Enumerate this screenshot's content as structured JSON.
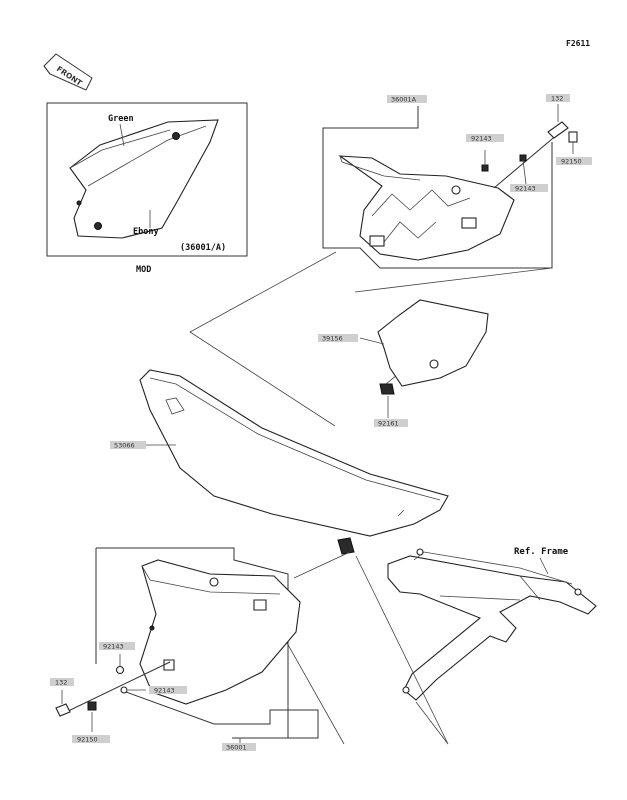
{
  "figure_code": "F2611",
  "front_label": "FRONT",
  "mod_panel": {
    "color_labels": [
      "Green",
      "Ebony"
    ],
    "part_ref": "(36001/A)",
    "caption": "MOD"
  },
  "ref_frame_label": "Ref. Frame",
  "part_tags": {
    "side_cover_right": "36001A",
    "bolt_top": "132",
    "collar_right_a": "92143",
    "collar_right_b": "92143",
    "washer_right": "92150",
    "seat_plate": "39156",
    "nut": "92161",
    "seat": "53066",
    "collar_left_a": "92143",
    "collar_left_b": "92143",
    "bolt_left": "132",
    "washer_left": "92150",
    "side_cover_left": "36001"
  }
}
